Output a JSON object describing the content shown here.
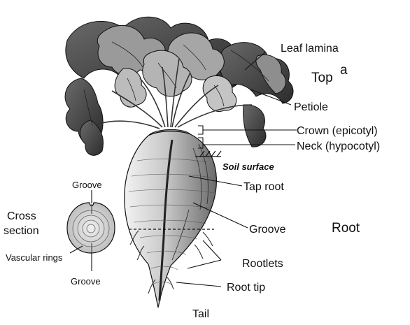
{
  "labels": {
    "leaf_lamina": "Leaf lamina",
    "top": "Top",
    "top_superscript": "a",
    "petiole": "Petiole",
    "crown": "Crown (epicotyl)",
    "neck": "Neck (hypocotyl)",
    "soil_surface": "Soil surface",
    "tap_root": "Tap root",
    "groove_main": "Groove",
    "root": "Root",
    "rootlets": "Rootlets",
    "root_tip": "Root tip",
    "tail": "Tail"
  },
  "cross_section": {
    "title_line1": "Cross",
    "title_line2": "section",
    "groove_top": "Groove",
    "groove_bottom": "Groove",
    "vascular_rings": "Vascular rings"
  },
  "colors": {
    "ink": "#111111",
    "leaf_dark": "#3f3f3f",
    "leaf_mid": "#8c8c8c",
    "leaf_light": "#d2d2d2",
    "root_fill": "#bdbdbd",
    "root_dark": "#444444",
    "cross_fill": "#dcdcdc"
  }
}
